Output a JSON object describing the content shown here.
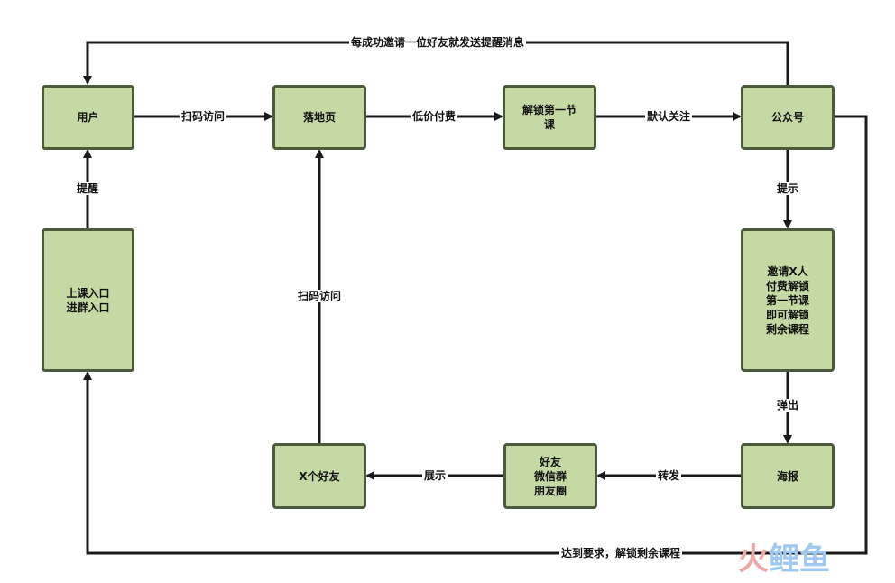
{
  "nodes": {
    "user": "用户",
    "landing": "落地页",
    "unlock_first": "解锁第一节\n课",
    "official_account": "公众号",
    "invite_rule": "邀请X人\n付费解锁\n第一节课\n即可解锁\n剩余课程",
    "poster": "海报",
    "friends_groups": "好友\n微信群\n朋友圈",
    "x_friends": "X个好友",
    "class_entry": "上课入口\n进群入口"
  },
  "edges": {
    "top_reminder": "每成功邀请一位好友就发送提醒消息",
    "user_to_landing": "扫码访问",
    "landing_to_unlock": "低价付费",
    "unlock_to_account": "默认关注",
    "account_to_invite": "提示",
    "invite_to_poster": "弹出",
    "poster_to_groups": "转发",
    "groups_to_friends": "展示",
    "friends_to_landing": "扫码访问",
    "entry_to_user": "提醒",
    "bottom_goal": "达到要求，解锁剩余课程"
  },
  "watermark": {
    "part1": "火",
    "part2": "鲤鱼"
  }
}
